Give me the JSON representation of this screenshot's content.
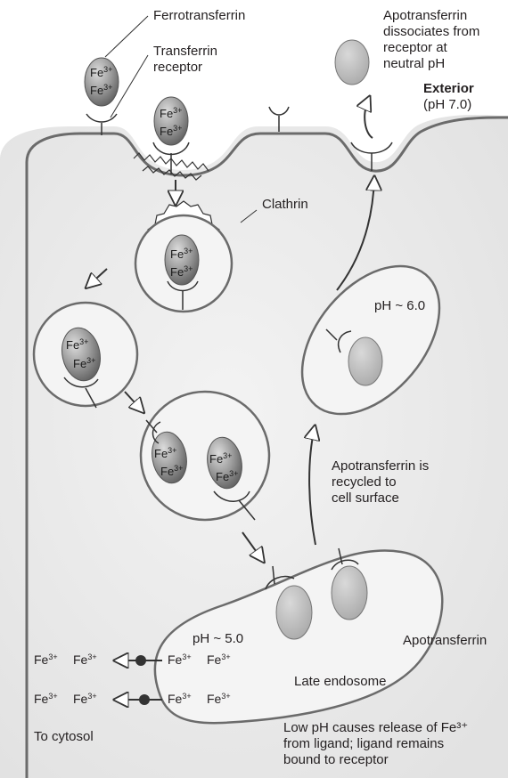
{
  "labels": {
    "ferrotransferrin": "Ferrotransferrin",
    "transferrin_receptor_1": "Transferrin",
    "transferrin_receptor_2": "receptor",
    "apo_dissociates_1": "Apotransferrin",
    "apo_dissociates_2": "dissociates from",
    "apo_dissociates_3": "receptor at",
    "apo_dissociates_4": "neutral pH",
    "exterior": "Exterior",
    "exterior_ph": "(pH 7.0)",
    "clathrin": "Clathrin",
    "ph_recycling": "pH ~ 6.0",
    "recycled_1": "Apotransferrin is",
    "recycled_2": "recycled to",
    "recycled_3": "cell surface",
    "ph_late": "pH ~ 5.0",
    "apotransferrin": "Apotransferrin",
    "late_endosome": "Late endosome",
    "to_cytosol": "To cytosol",
    "release_1": "Low pH causes release of Fe³⁺",
    "release_2": "from ligand; ligand remains",
    "release_3": "bound to receptor"
  },
  "iron": {
    "symbol": "Fe",
    "charge": "3+"
  },
  "colors": {
    "cytoplasm": "#e9e9e9",
    "ferro_dark": "#6f6f6f",
    "ferro_light": "#d4d4d4",
    "apo_fill": "#bdbdbd",
    "stroke": "#6b6b6b",
    "text": "#231f20"
  }
}
